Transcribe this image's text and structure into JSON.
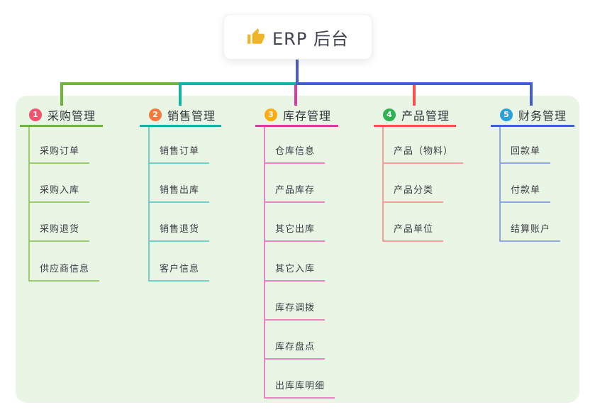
{
  "root": {
    "label": "ERP 后台",
    "icon": "thumbs-up-icon",
    "icon_color": "#f0b429"
  },
  "mindmap": {
    "panel_bg": "#eaf6e5",
    "root_line_color": "#4a5ad0",
    "branches": [
      {
        "key": "purchase",
        "badge": "1",
        "label": "采购管理",
        "colors": {
          "badge": "#f4516c",
          "line": "#6fb43c",
          "child_line": "#9ccb72"
        },
        "children": [
          "采购订单",
          "采购入库",
          "采购退货",
          "供应商信息"
        ]
      },
      {
        "key": "sales",
        "badge": "2",
        "label": "销售管理",
        "colors": {
          "badge": "#f87a3c",
          "line": "#14b2a5",
          "child_line": "#73cfc5"
        },
        "children": [
          "销售订单",
          "销售出库",
          "销售退货",
          "客户信息"
        ]
      },
      {
        "key": "inventory",
        "badge": "3",
        "label": "库存管理",
        "colors": {
          "badge": "#ffaa0d",
          "line": "#d93da0",
          "child_line": "#ea83c2"
        },
        "children": [
          "仓库信息",
          "产品库存",
          "其它出库",
          "其它入库",
          "库存调拨",
          "库存盘点",
          "出库库明细"
        ]
      },
      {
        "key": "product",
        "badge": "4",
        "label": "产品管理",
        "colors": {
          "badge": "#2fb350",
          "line": "#fb5050",
          "child_line": "#fb9d9d"
        },
        "children": [
          "产品（物料）",
          "产品分类",
          "产品单位"
        ]
      },
      {
        "key": "finance",
        "badge": "5",
        "label": "财务管理",
        "colors": {
          "badge": "#2ba0dd",
          "line": "#415fd3",
          "child_line": "#93a7e0"
        },
        "children": [
          "回款单",
          "付款单",
          "结算账户"
        ]
      }
    ]
  }
}
